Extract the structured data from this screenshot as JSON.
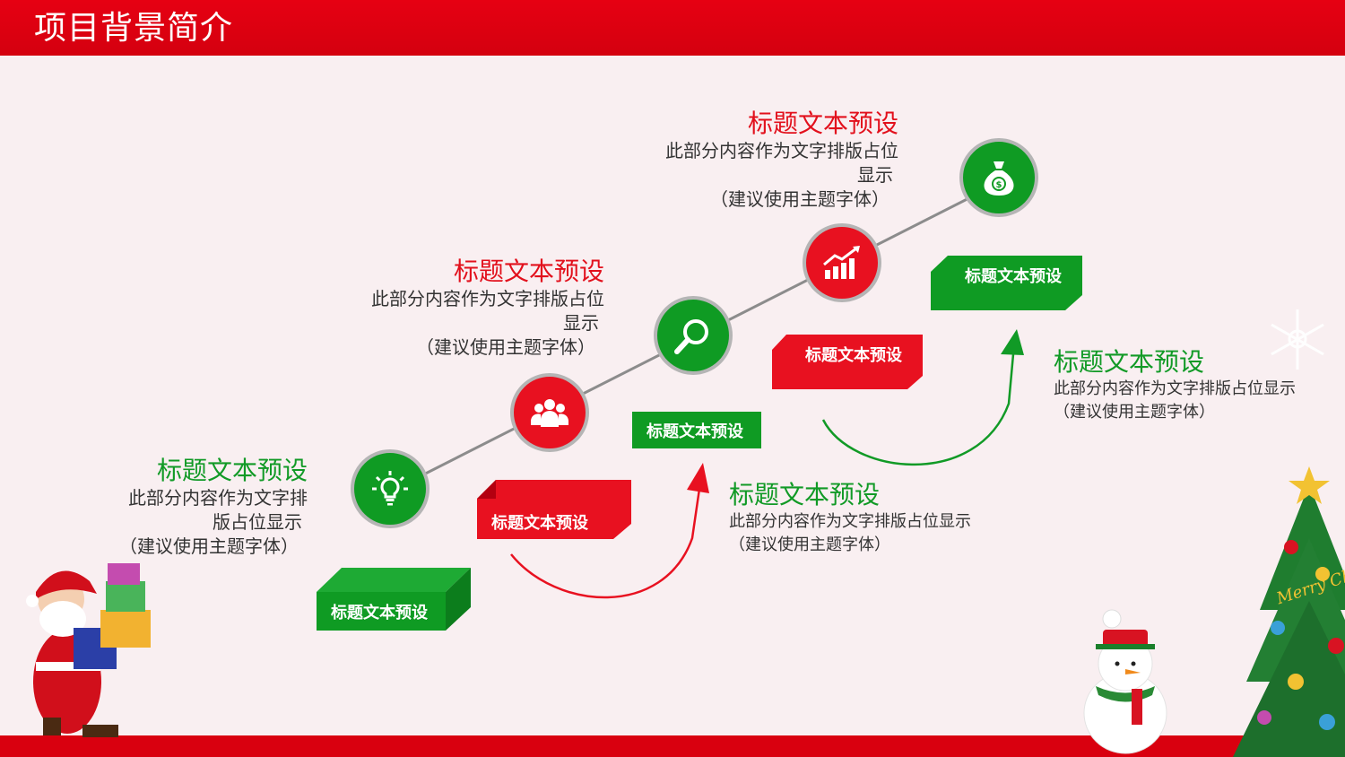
{
  "header": {
    "title": "项目背景简介"
  },
  "steps": [
    {
      "title": "标题文本预设",
      "desc_line1": "此部分内容作为文字排",
      "desc_line2": "版占位显示",
      "desc_line3": "（建议使用主题字体）",
      "tag": "标题文本预设",
      "color": "#0f9b23",
      "icon": "lightbulb-icon"
    },
    {
      "title": "标题文本预设",
      "desc_line1": "此部分内容作为文字排版占位",
      "desc_line2": "显示",
      "desc_line3": "（建议使用主题字体）",
      "tag": "标题文本预设",
      "color": "#e81120",
      "icon": "people-group-icon"
    },
    {
      "title": "标题文本预设",
      "desc_line1": "此部分内容作为文字排版占位显示",
      "desc_line2": "（建议使用主题字体）",
      "tag": "标题文本预设",
      "color": "#0f9b23",
      "icon": "magnifier-icon"
    },
    {
      "title": "标题文本预设",
      "desc_line1": "此部分内容作为文字排版占位",
      "desc_line2": "显示",
      "desc_line3": "（建议使用主题字体）",
      "tag": "标题文本预设",
      "color": "#e81120",
      "icon": "bar-chart-trend-icon"
    },
    {
      "title": "标题文本预设",
      "desc_line1": "此部分内容作为文字排版占位显示",
      "desc_line2": "（建议使用主题字体）",
      "tag": "标题文本预设",
      "color": "#0f9b23",
      "icon": "money-bag-icon"
    }
  ],
  "decorations": {
    "santa": "santa-claus-illustration",
    "snowman": "snowman-illustration",
    "tree": "christmas-tree-illustration",
    "tree_text": "Merry Christmas",
    "snowflake": "snowflake-icon"
  }
}
